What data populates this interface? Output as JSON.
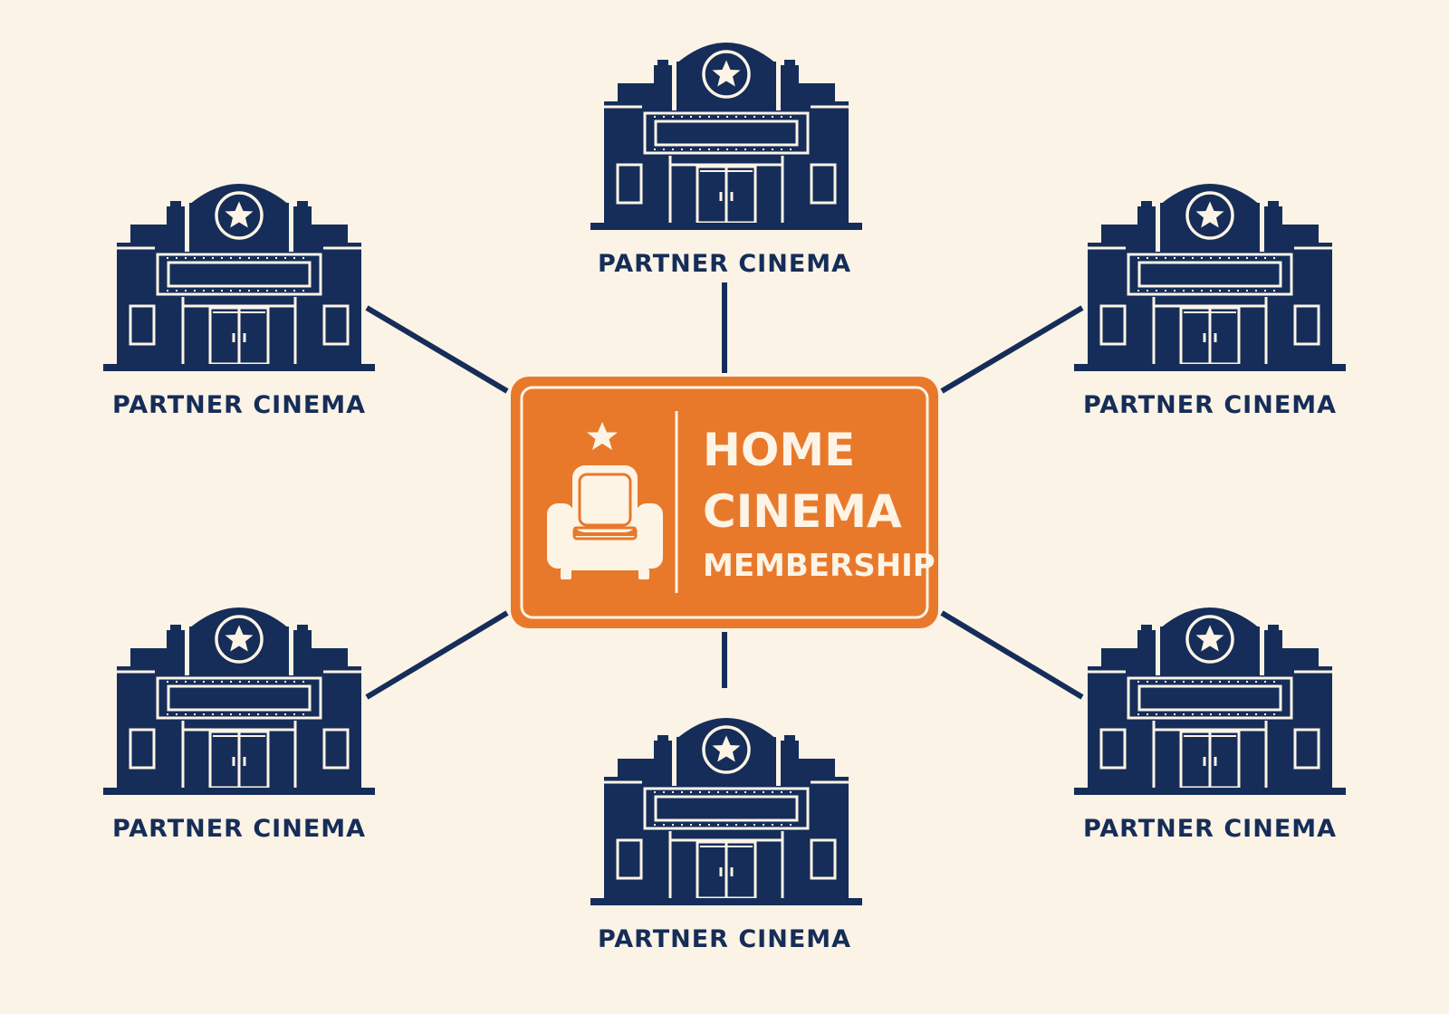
{
  "diagram": {
    "type": "hub-and-spoke",
    "colors": {
      "background": "#fbf3e6",
      "navy": "#152d58",
      "orange": "#e8792b",
      "cream": "#fdf4e6"
    },
    "hub": {
      "icon": "armchair-star-icon",
      "line1": "HOME",
      "line2": "CINEMA",
      "line3": "MEMBERSHIP"
    },
    "nodes": [
      {
        "id": "top",
        "icon": "cinema-building-icon",
        "label": "PARTNER CINEMA"
      },
      {
        "id": "upper-left",
        "icon": "cinema-building-icon",
        "label": "PARTNER CINEMA"
      },
      {
        "id": "upper-right",
        "icon": "cinema-building-icon",
        "label": "PARTNER CINEMA"
      },
      {
        "id": "lower-left",
        "icon": "cinema-building-icon",
        "label": "PARTNER CINEMA"
      },
      {
        "id": "lower-right",
        "icon": "cinema-building-icon",
        "label": "PARTNER CINEMA"
      },
      {
        "id": "bottom",
        "icon": "cinema-building-icon",
        "label": "PARTNER CINEMA"
      }
    ]
  }
}
